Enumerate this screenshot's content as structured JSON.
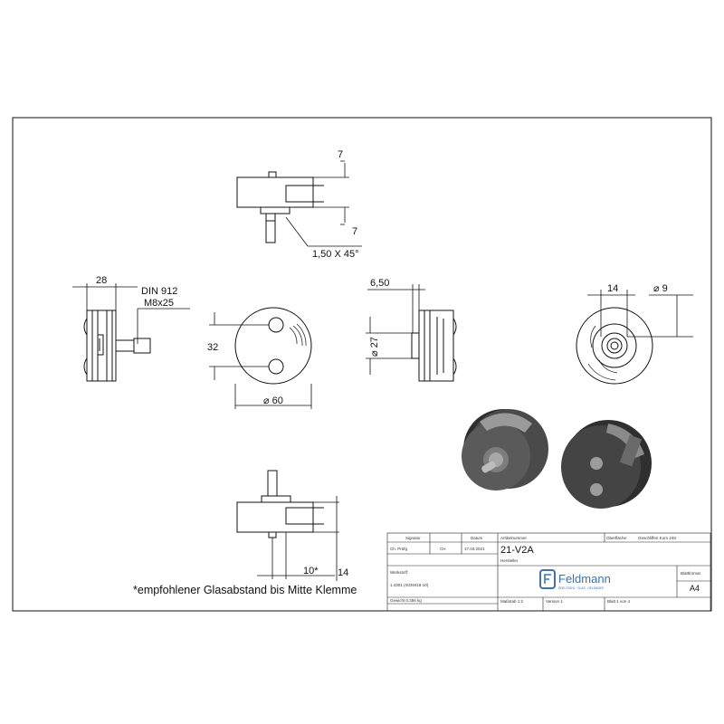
{
  "dimensions": {
    "top_notch_upper": "7",
    "top_notch_lower": "7",
    "chamfer": "1,50 X 45°",
    "side_width": "28",
    "screw_standard": "DIN 912",
    "screw_size": "M8x25",
    "hole_spacing": "32",
    "front_diameter": "⌀ 60",
    "pin_offset": "6,50",
    "boss_diameter": "⌀ 27",
    "pin_center_width": "14",
    "hole_diameter": "⌀ 9",
    "glass_gap": "10*",
    "bottom_height": "14"
  },
  "note": "*empfohlener Glasabstand bis Mitte Klemme",
  "title_block": {
    "col_headers": [
      "",
      "Signatur",
      "Datum"
    ],
    "row_label": "Ch. Prüfg",
    "signature": "CH",
    "date": "17.03.2021",
    "article_label": "Artikelnummer",
    "article_number": "21-V2A",
    "surface_label": "Oberfläche:",
    "surface_value": "Geschliffen Korn 240",
    "manufacturer_label": "Hersteller",
    "material_label": "Werkstoff:",
    "material_value": "1.4301 (ISO9418-10)",
    "weight": "Gewicht 0.356 kg",
    "company_name": "Feldmann",
    "company_tagline": "EDELSTAHL · GLAS · GELÄNDER",
    "sheet_format_label": "Blattformat",
    "sheet_format_value": "A4",
    "scale": "Maßstab 1:2",
    "version": "Version 1",
    "sheet": "Blatt 1 von 4"
  },
  "colors": {
    "line": "#111111",
    "brand_blue": "#3f72a8",
    "part_dark": "#3a3a3a",
    "part_light": "#bdbdbd"
  }
}
